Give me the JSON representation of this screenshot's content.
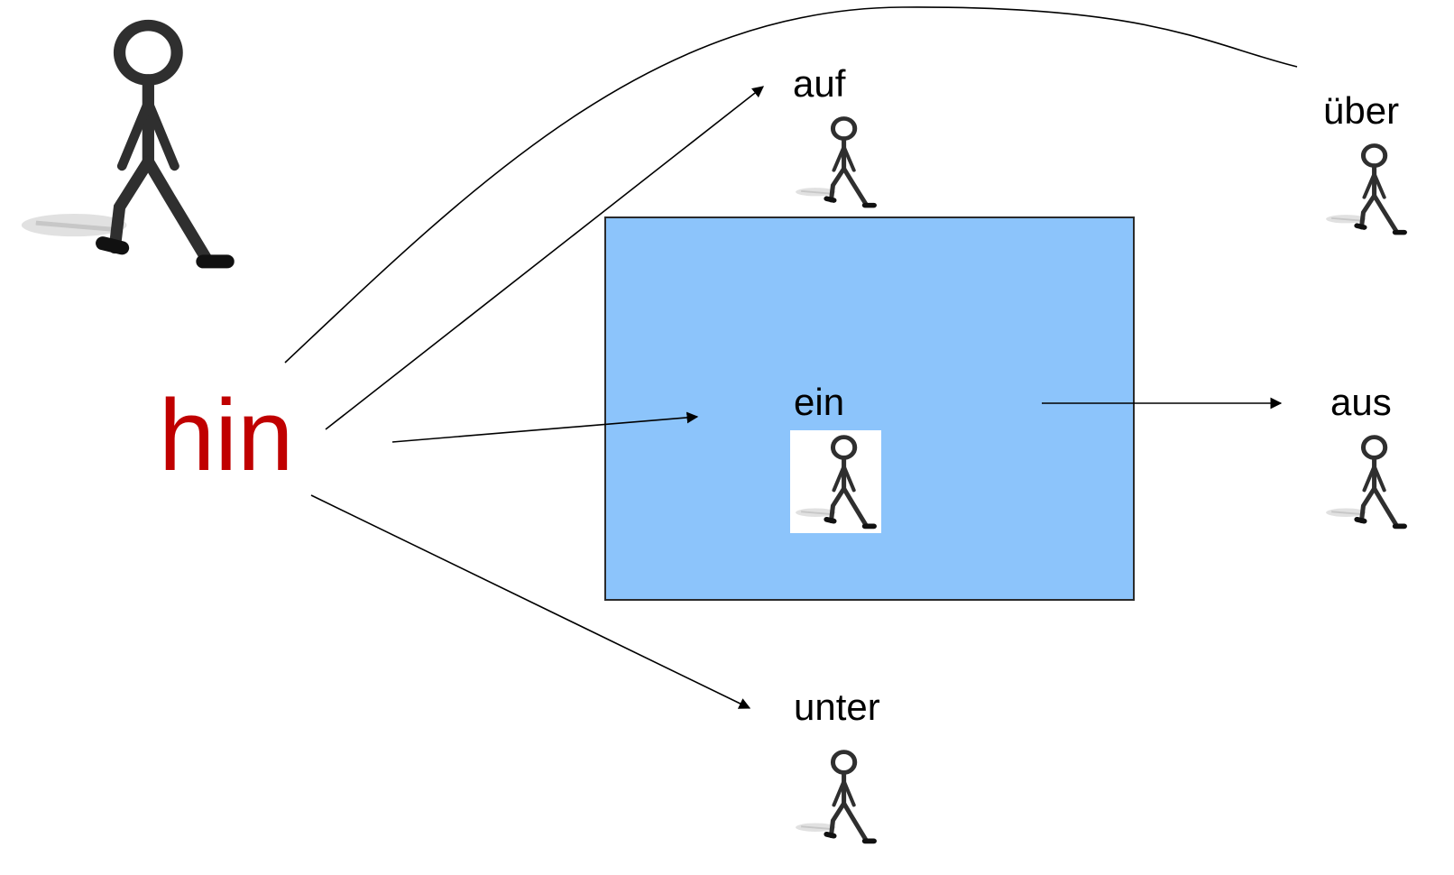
{
  "diagram": {
    "colors": {
      "background": "#ffffff",
      "container_fill": "#8cc4fb",
      "container_border": "#2b2b2b",
      "hin_text": "#c00000",
      "direction_text": "#000000",
      "arrow": "#000000"
    },
    "center_word": "hin",
    "directions": {
      "auf": "auf",
      "ueber": "über",
      "ein": "ein",
      "aus": "aus",
      "unter": "unter"
    },
    "icons": {
      "walker": "walking-stick-figure-icon"
    }
  }
}
